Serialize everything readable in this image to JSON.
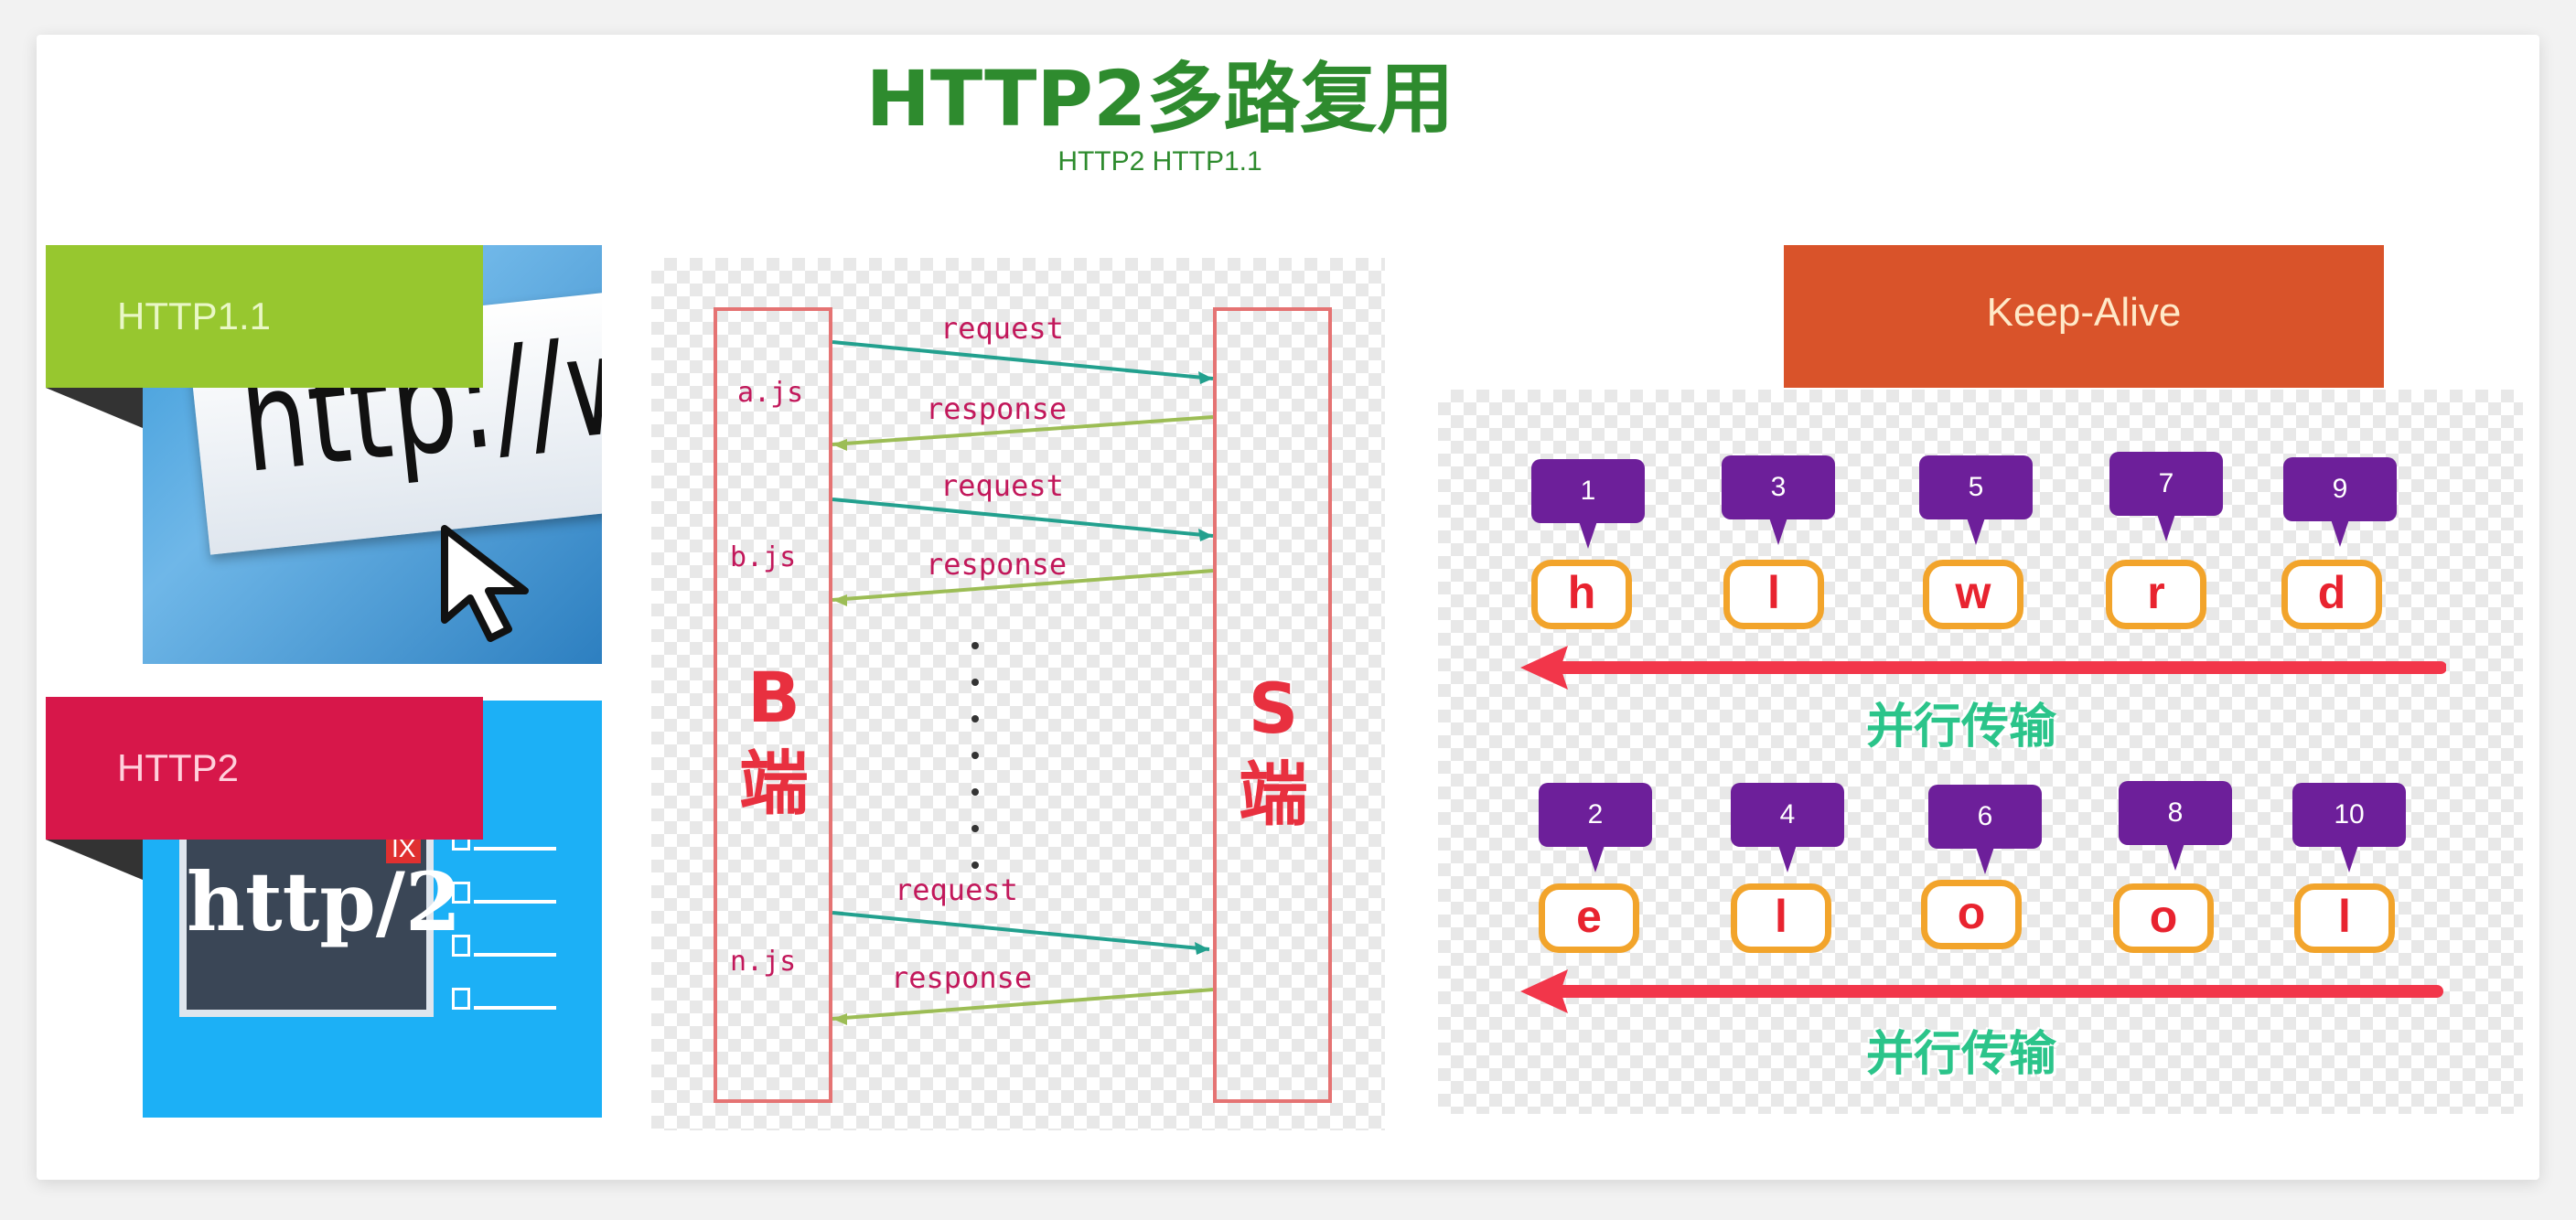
{
  "title": "HTTP2多路复用",
  "subtitle": "HTTP2 HTTP1.1",
  "left": {
    "http11_label": "HTTP1.1",
    "http11_image_text": "http://www.",
    "http2_label": "HTTP2",
    "http2_image_text": "http/2",
    "http2_badge": "IX"
  },
  "sequence": {
    "client_label": "B\n端",
    "server_label": "S\n端",
    "files": [
      "a.js",
      "b.js",
      "n.js"
    ],
    "request_label": "request",
    "response_label": "response"
  },
  "keepalive": {
    "label": "Keep-Alive",
    "row1_numbers": [
      "1",
      "3",
      "5",
      "7",
      "9"
    ],
    "row1_letters": [
      "h",
      "l",
      "w",
      "r",
      "d"
    ],
    "row2_numbers": [
      "2",
      "4",
      "6",
      "8",
      "10"
    ],
    "row2_letters": [
      "e",
      "l",
      "o",
      "o",
      "l"
    ],
    "parallel_label": "并行传输"
  },
  "colors": {
    "title_green": "#2e8b2e",
    "http11_green": "#97c72f",
    "http2_red": "#d7174a",
    "keepalive_orange": "#d9532a",
    "bubble_purple": "#6d1f9a",
    "arrow_red": "#f2364a",
    "parallel_green": "#2bc48a"
  }
}
